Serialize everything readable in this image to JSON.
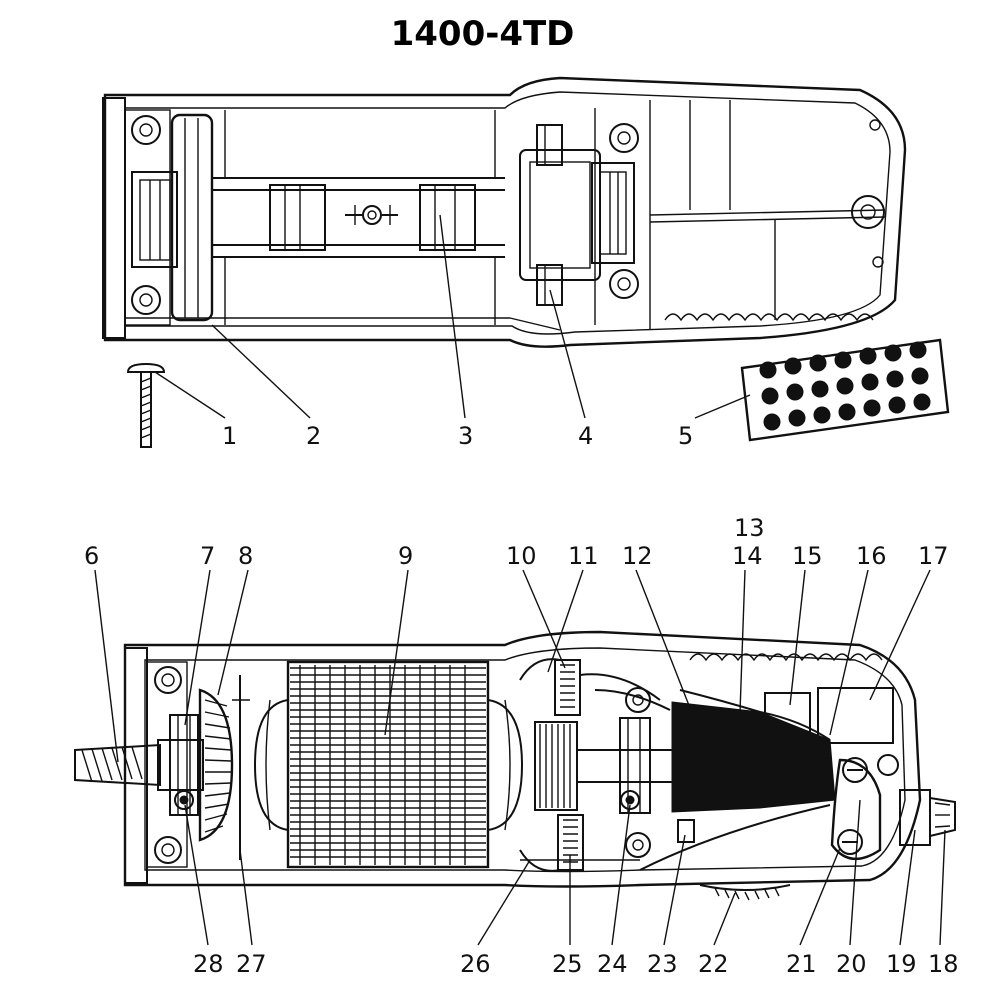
{
  "title": "1400-4TD",
  "callouts_top": [
    "1",
    "2",
    "3",
    "4",
    "5"
  ],
  "callouts_bottom_upper": [
    "6",
    "7",
    "8",
    "9",
    "10",
    "11",
    "12",
    "13",
    "14",
    "15",
    "16",
    "17"
  ],
  "callouts_bottom_lower": [
    "28",
    "27",
    "26",
    "25",
    "24",
    "23",
    "22",
    "21",
    "20",
    "19",
    "18"
  ],
  "colors": {
    "ink": "#111111",
    "paper": "#ffffff"
  }
}
